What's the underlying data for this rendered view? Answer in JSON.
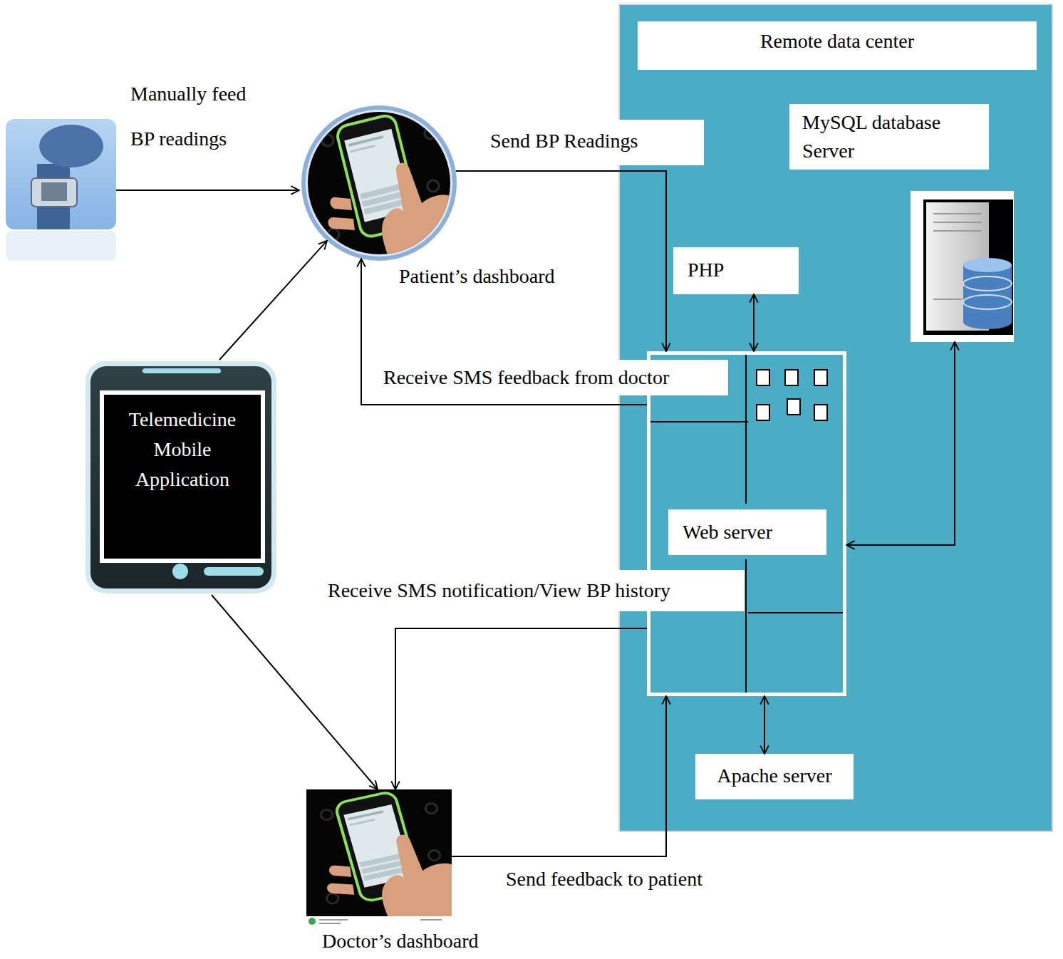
{
  "diagram": {
    "nodes": [
      {
        "text": [
          "Patient’s dashboard"
        ]
      },
      {
        "text": [
          "Remote data center"
        ]
      },
      {
        "text": [
          "MySQL database Server"
        ],
        "in": 1
      },
      {
        "text": [
          "PHP"
        ],
        "in": 1
      },
      {
        "text": [
          "Web server"
        ],
        "in": 1
      },
      {
        "text": [
          "Apache server"
        ],
        "in": 1
      },
      {
        "text": [
          "Telemedicine Mobile Application"
        ]
      },
      {
        "text": [
          "Doctor’s dashboard"
        ]
      }
    ],
    "edges": [
      {
        "from": 0,
        "to": 4,
        "label": "Send BP Readings",
        "arrow": "to"
      },
      {
        "from": 4,
        "to": 0,
        "label": "Receive SMS feedback from doctor",
        "arrow": "to"
      },
      {
        "from": 6,
        "to": 0,
        "arrow": "to"
      },
      {
        "from": 6,
        "to": 7,
        "arrow": "to"
      },
      {
        "from": 4,
        "to": 7,
        "label": "Receive SMS notification/View BP history",
        "arrow": "to"
      },
      {
        "from": 7,
        "to": 4,
        "label": "Send feedback to patient",
        "arrow": "to"
      },
      {
        "from": 3,
        "to": 4,
        "arrow": "both"
      },
      {
        "from": 4,
        "to": 2,
        "arrow": "both"
      },
      {
        "from": 4,
        "to": 5,
        "arrow": "both"
      }
    ],
    "labels": [
      "Manually feed BP readings"
    ]
  }
}
